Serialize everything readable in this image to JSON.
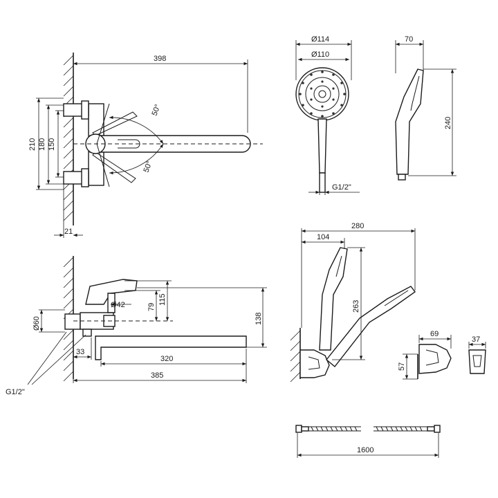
{
  "dimensions": {
    "faucet_top_reach": "398",
    "height_210": "210",
    "height_180": "180",
    "height_150": "150",
    "angle_upper": "50°",
    "angle_lower": "50°",
    "wall_offset": "21",
    "head_outer_diameter": "Ø114",
    "head_inner_diameter": "Ø110",
    "hose_thread": "G1/2\"",
    "head_depth": "70",
    "head_length": "240",
    "holder_width": "280",
    "holder_offset": "104",
    "holder_height": "263",
    "lever_diameter": "Ø42",
    "lever_height_79": "79",
    "lever_height_115": "115",
    "spout_height": "138",
    "body_diameter": "Ø60",
    "connector_offset": "33",
    "spout_length": "320",
    "total_reach": "385",
    "inlet_thread": "G1/2\"",
    "clip_width": "69",
    "clip_depth": "37",
    "clip_height": "57",
    "hose_length": "1600"
  }
}
